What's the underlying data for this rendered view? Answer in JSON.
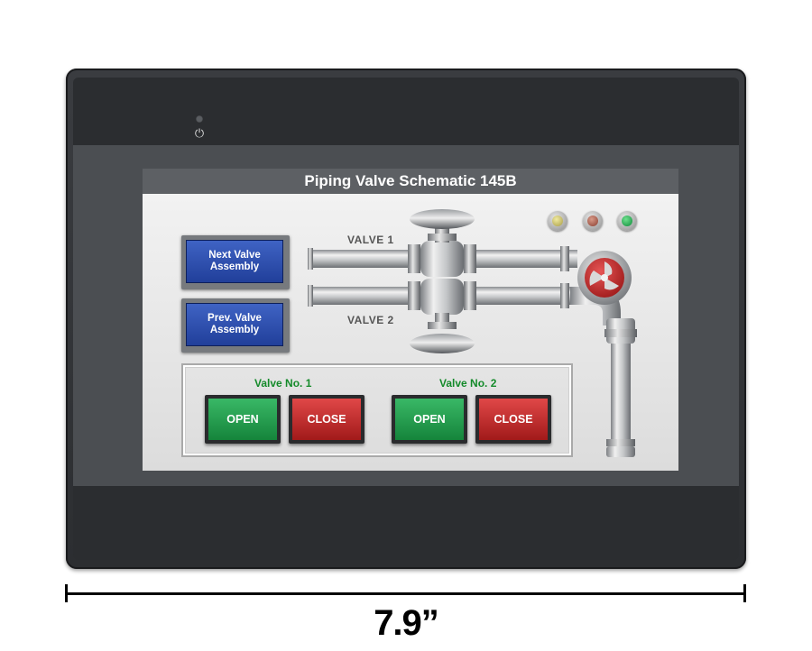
{
  "device": {
    "power_icon": "power-icon",
    "dimension_label": "7.9”"
  },
  "screen": {
    "title": "Piping Valve Schematic 145B",
    "indicators": [
      {
        "name": "indicator-yellow",
        "color": "#c8bd63"
      },
      {
        "name": "indicator-red",
        "color": "#a8503f"
      },
      {
        "name": "indicator-green",
        "color": "#1fb04f"
      }
    ],
    "nav_buttons": {
      "next": "Next Valve Assembly",
      "prev": "Prev. Valve Assembly"
    },
    "pipes": {
      "valve1_label": "VALVE 1",
      "valve2_label": "VALVE 2"
    },
    "valve_groups": [
      {
        "label": "Valve No. 1",
        "open": "OPEN",
        "close": "CLOSE"
      },
      {
        "label": "Valve No. 2",
        "open": "OPEN",
        "close": "CLOSE"
      }
    ],
    "colors": {
      "nav_button": "#2d4fb0",
      "open_button": "#1f9a49",
      "close_button": "#c22a2a",
      "group_label": "#148a2a",
      "title_bar": "#5d6064"
    }
  }
}
